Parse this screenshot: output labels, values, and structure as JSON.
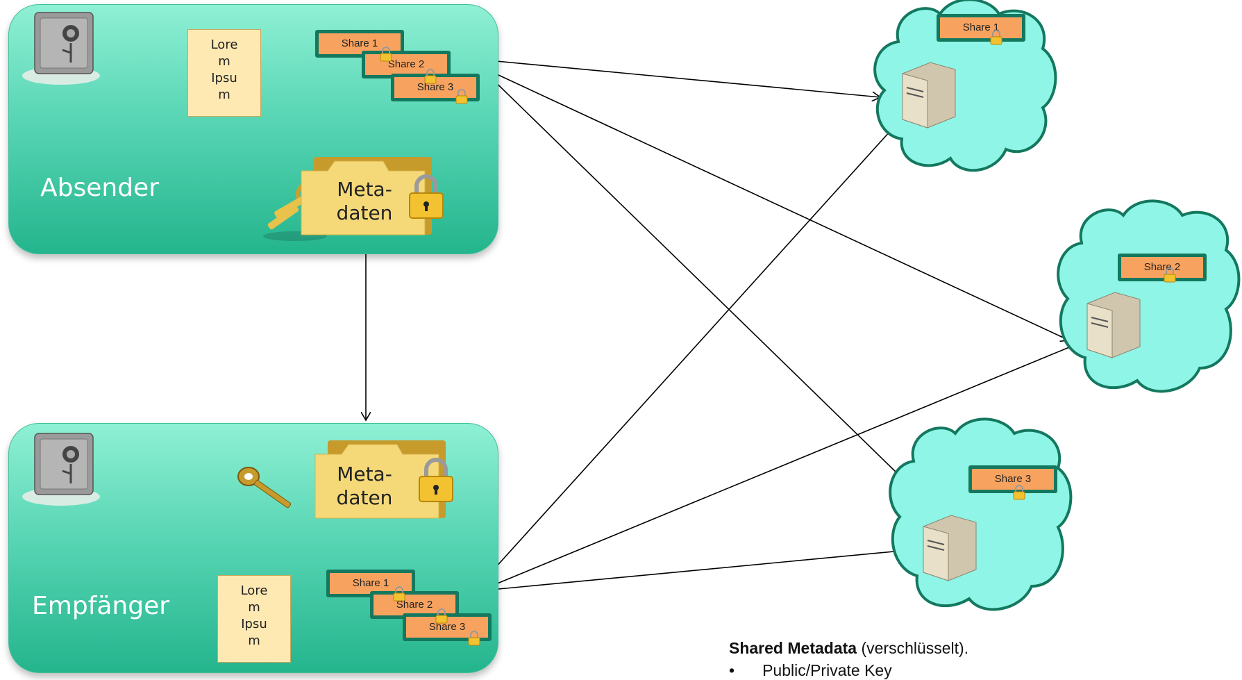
{
  "sender": {
    "label": "Absender",
    "doc_lines": [
      "Lore",
      "m",
      "Ipsu",
      "m"
    ],
    "shares": [
      "Share 1",
      "Share 2",
      "Share 3"
    ],
    "folder_lines": [
      "Meta-",
      "daten"
    ]
  },
  "receiver": {
    "label": "Empfänger",
    "doc_lines": [
      "Lore",
      "m",
      "Ipsu",
      "m"
    ],
    "shares": [
      "Share 1",
      "Share 2",
      "Share 3"
    ],
    "folder_lines": [
      "Meta-",
      "daten"
    ]
  },
  "clouds": [
    {
      "share": "Share 1"
    },
    {
      "share": "Share 2"
    },
    {
      "share": "Share 3"
    }
  ],
  "note": {
    "title": "Shared Metadata",
    "suffix": " (verschlüsselt).",
    "bullet": "Public/Private Key"
  },
  "colors": {
    "panel": "#2fc095",
    "cloud": "#8ff5e6",
    "cloud_border": "#14785f",
    "share": "#f7a35f"
  }
}
